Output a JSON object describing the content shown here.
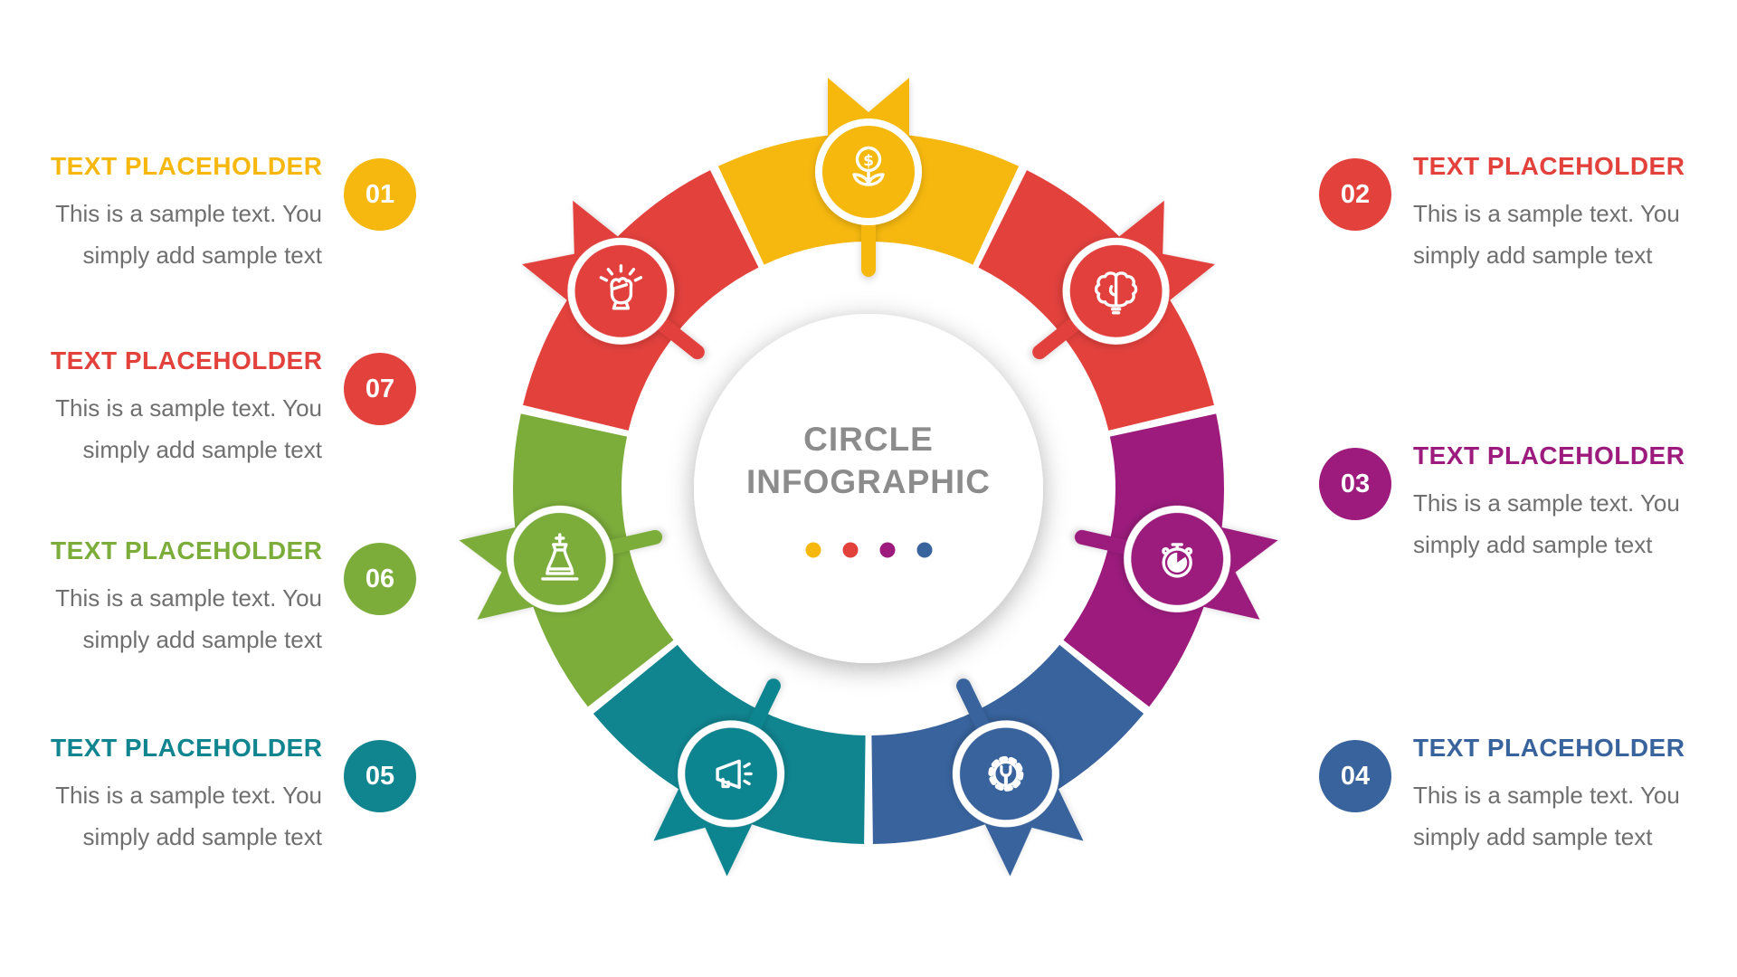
{
  "slide": {
    "background_color": "#ffffff",
    "center": {
      "title_line1": "CIRCLE",
      "title_line2": "INFOGRAPHIC",
      "title_color": "#8C8C8C",
      "dot_colors": [
        "#F6B80F",
        "#E2413C",
        "#9C1B7D",
        "#38639D"
      ]
    },
    "segments": [
      {
        "number": "01",
        "color": "#F6B80F",
        "icon": "money-growth-icon"
      },
      {
        "number": "02",
        "color": "#E2413C",
        "icon": "brain-icon"
      },
      {
        "number": "03",
        "color": "#9C1B7D",
        "icon": "stopwatch-icon"
      },
      {
        "number": "04",
        "color": "#38639D",
        "icon": "gear-wrench-icon"
      },
      {
        "number": "05",
        "color": "#108590",
        "icon": "megaphone-icon"
      },
      {
        "number": "06",
        "color": "#7CAD3B",
        "icon": "chess-piece-icon"
      },
      {
        "number": "07",
        "color": "#E2413C",
        "icon": "fist-icon"
      }
    ],
    "icons": {
      "dollar_glyph": "$"
    },
    "body_text_color": "#6F6F6F",
    "items_left": [
      {
        "number": "01",
        "color": "#F6B80F",
        "title": "TEXT PLACEHOLDER",
        "body1": "This is a sample text. You",
        "body2": "simply add sample text"
      },
      {
        "number": "07",
        "color": "#E2413C",
        "title": "TEXT PLACEHOLDER",
        "body1": "This is a sample text. You",
        "body2": "simply add sample text"
      },
      {
        "number": "06",
        "color": "#7CAD3B",
        "title": "TEXT PLACEHOLDER",
        "body1": "This is a sample text. You",
        "body2": "simply add sample text"
      },
      {
        "number": "05",
        "color": "#108590",
        "title": "TEXT PLACEHOLDER",
        "body1": "This is a sample text. You",
        "body2": "simply add sample text"
      }
    ],
    "items_right": [
      {
        "number": "02",
        "color": "#E2413C",
        "title": "TEXT PLACEHOLDER",
        "body1": "This is a sample text. You",
        "body2": "simply add sample text"
      },
      {
        "number": "03",
        "color": "#9C1B7D",
        "title": "TEXT PLACEHOLDER",
        "body1": "This is a sample text. You",
        "body2": "simply add sample text"
      },
      {
        "number": "04",
        "color": "#38639D",
        "title": "TEXT PLACEHOLDER",
        "body1": "This is a sample text. You",
        "body2": "simply add sample text"
      }
    ]
  }
}
